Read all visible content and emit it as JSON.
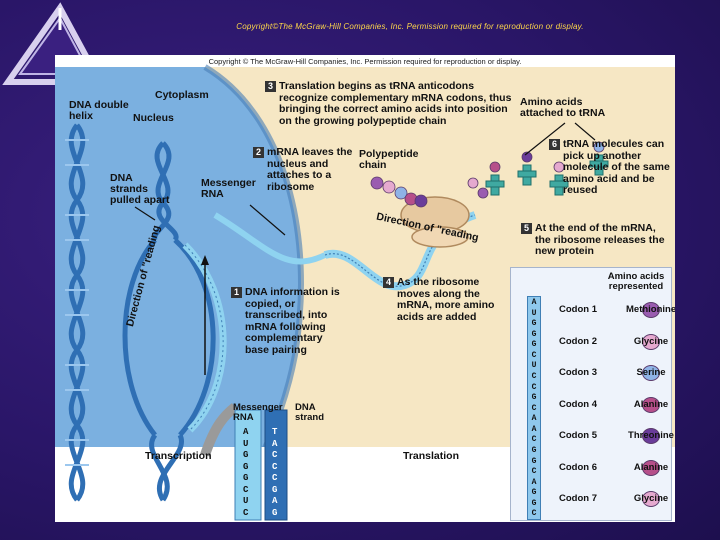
{
  "slide": {
    "copyright_banner": "Copyright©The McGraw-Hill Companies, Inc. Permission required for reproduction or display."
  },
  "figure": {
    "copyright": "Copyright © The McGraw-Hill Companies, Inc. Permission required for reproduction or display.",
    "labels": {
      "dna_double_helix": "DNA double helix",
      "cytoplasm": "Cytoplasm",
      "nucleus": "Nucleus",
      "dna_strands_pulled_apart": "DNA strands pulled apart",
      "messenger_rna": "Messenger RNA",
      "direction_of_reading_left": "Direction of \"reading",
      "direction_of_reading_right": "Direction of \"reading",
      "polypeptide_chain": "Polypeptide chain",
      "amino_acids_attached": "Amino acids attached to tRNA",
      "transcription": "Transcription",
      "translation": "Translation",
      "inset_messenger_rna": "Messenger RNA",
      "inset_dna_strand": "DNA strand"
    },
    "steps": [
      {
        "num": "1",
        "text": "DNA information is copied, or transcribed, into mRNA following complementary base pairing"
      },
      {
        "num": "2",
        "text": "mRNA leaves the nucleus and attaches to a ribosome"
      },
      {
        "num": "3",
        "text": "Translation begins as tRNA anticodons recognize complementary mRNA codons, thus bringing the correct amino acids into position on the growing polypeptide chain"
      },
      {
        "num": "4",
        "text": "As the ribosome moves along the mRNA, more amino acids are added"
      },
      {
        "num": "5",
        "text": "At the end of the mRNA, the ribosome releases the new protein"
      },
      {
        "num": "6",
        "text": "tRNA molecules can pick up another molecule of the same amino acid and be reused"
      }
    ],
    "inset_pairs": [
      {
        "rna": "A",
        "dna": "T"
      },
      {
        "rna": "U",
        "dna": "A"
      },
      {
        "rna": "G",
        "dna": "C"
      },
      {
        "rna": "G",
        "dna": "C"
      },
      {
        "rna": "G",
        "dna": "C"
      },
      {
        "rna": "C",
        "dna": "G"
      },
      {
        "rna": "U",
        "dna": "A"
      },
      {
        "rna": "C",
        "dna": "G"
      }
    ],
    "codon_panel": {
      "title": "Amino acids represented",
      "bases": [
        "A",
        "U",
        "G",
        "G",
        "G",
        "C",
        "U",
        "C",
        "C",
        "G",
        "C",
        "A",
        "A",
        "C",
        "G",
        "G",
        "C",
        "A",
        "G",
        "G",
        "C"
      ],
      "codons": [
        {
          "codon": "Codon 1",
          "amino_acid": "Methionine",
          "color": "#9a5cb0"
        },
        {
          "codon": "Codon 2",
          "amino_acid": "Glycine",
          "color": "#e5a9cf"
        },
        {
          "codon": "Codon 3",
          "amino_acid": "Serine",
          "color": "#8fb3e6"
        },
        {
          "codon": "Codon 4",
          "amino_acid": "Alanine",
          "color": "#b64f8a"
        },
        {
          "codon": "Codon 5",
          "amino_acid": "Threonine",
          "color": "#6a3c9a"
        },
        {
          "codon": "Codon 6",
          "amino_acid": "Alanine",
          "color": "#b64f8a"
        },
        {
          "codon": "Codon 7",
          "amino_acid": "Glycine",
          "color": "#e5a9cf"
        }
      ]
    }
  },
  "colors": {
    "slide_background": "#2a1668",
    "nucleus": "#7bb0e0",
    "cytoplasm": "#f6e7c4",
    "dna_helix": "#2f6fb4",
    "mrna": "#8fd3f0",
    "ribosome": "#e7c9a0"
  }
}
